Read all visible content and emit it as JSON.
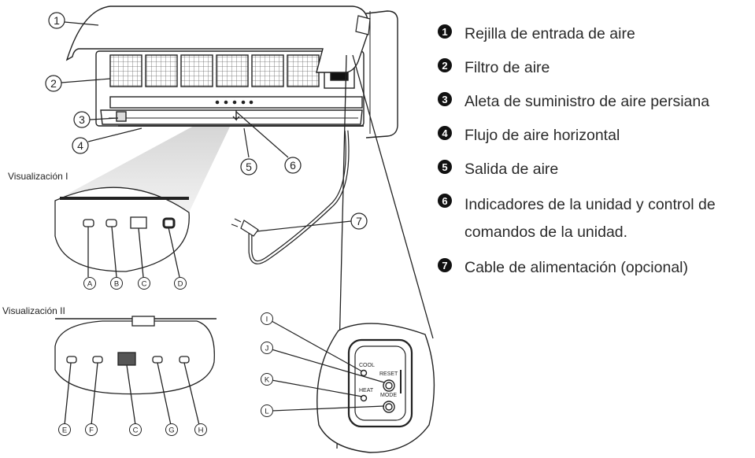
{
  "legend": [
    {
      "num": "1",
      "text": "Rejilla de entrada de aire"
    },
    {
      "num": "2",
      "text": "Filtro de aire"
    },
    {
      "num": "3",
      "text": "Aleta de suministro de aire persiana"
    },
    {
      "num": "4",
      "text": "Flujo de aire horizontal"
    },
    {
      "num": "5",
      "text": "Salida de aire"
    },
    {
      "num": "6",
      "text": "Indicadores de la unidad y control de comandos de la unidad."
    },
    {
      "num": "7",
      "text": "Cable de alimentación (opcional)"
    }
  ],
  "callouts": [
    "1",
    "2",
    "3",
    "4",
    "5",
    "6",
    "7"
  ],
  "display1": {
    "caption": "Visualización I",
    "letters": [
      "A",
      "B",
      "C",
      "D"
    ]
  },
  "display2": {
    "caption": "Visualización II",
    "letters": [
      "E",
      "F",
      "C",
      "G",
      "H"
    ]
  },
  "panel": {
    "letters": [
      "I",
      "J",
      "K",
      "L"
    ],
    "labels": {
      "cool": "COOL",
      "reset": "RESET",
      "heat": "HEAT",
      "mode": "MODE"
    }
  }
}
